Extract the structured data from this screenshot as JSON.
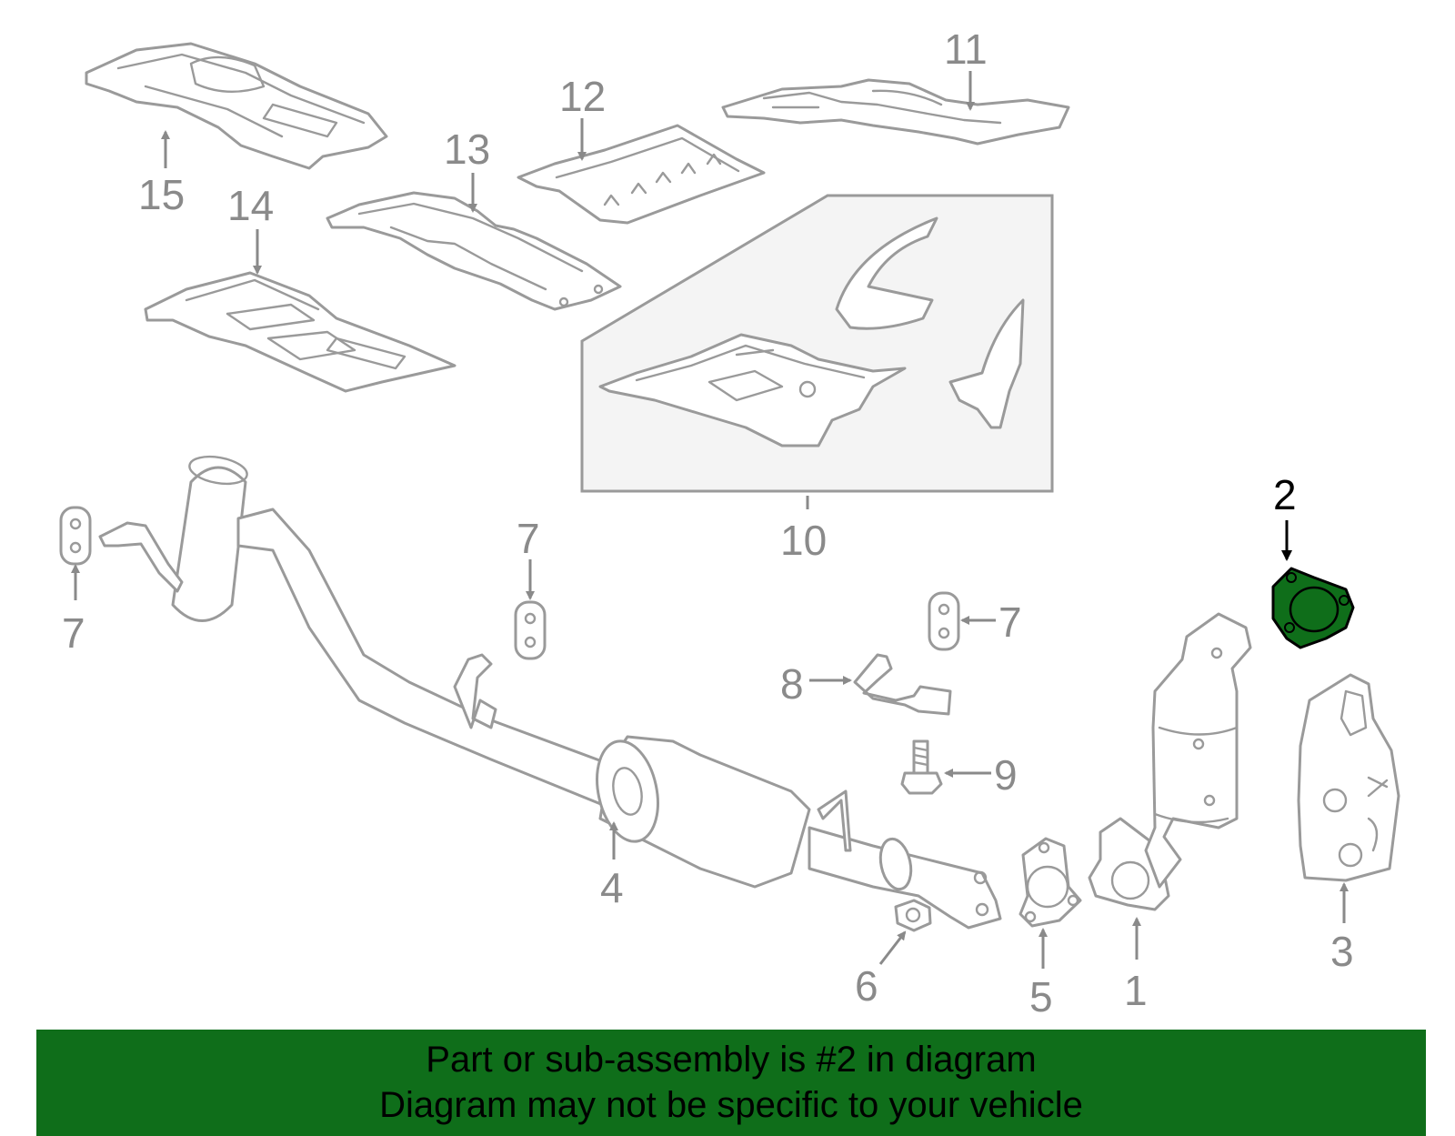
{
  "callouts": {
    "c1": "1",
    "c2": "2",
    "c3": "3",
    "c4": "4",
    "c5": "5",
    "c6": "6",
    "c7a": "7",
    "c7b": "7",
    "c7c": "7",
    "c8": "8",
    "c9": "9",
    "c10": "10",
    "c11": "11",
    "c12": "12",
    "c13": "13",
    "c14": "14",
    "c15": "15"
  },
  "highlight": {
    "part": "2",
    "color": "#0f6e1a"
  },
  "banner": {
    "line1": "Part or sub-assembly is #2 in diagram",
    "line2": "Diagram may not be specific to your vehicle",
    "color": "#0f6e1a"
  },
  "colors": {
    "line": "#9a9a9a",
    "text": "#8a8a8a",
    "inset_bg": "#f4f4f4"
  }
}
